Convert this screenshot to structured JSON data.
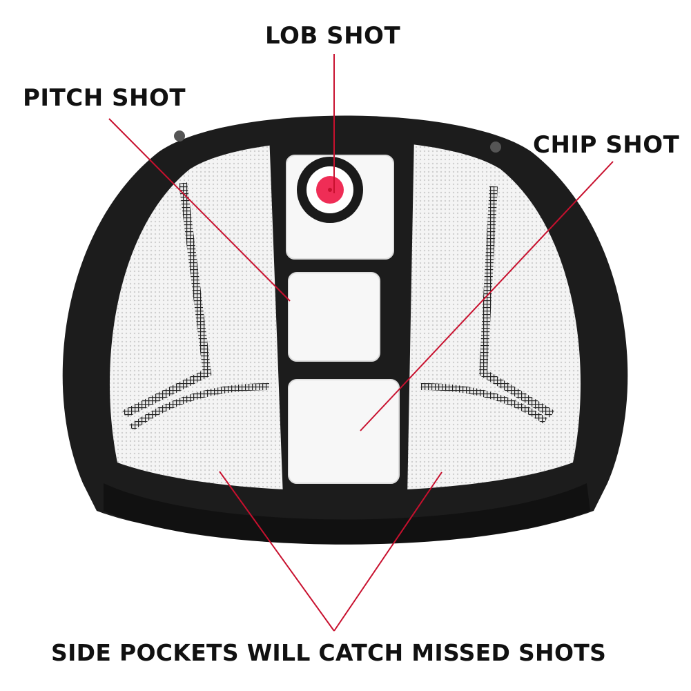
{
  "labels": {
    "lob_shot": "LOB SHOT",
    "pitch_shot": "PITCH SHOT",
    "chip_shot": "CHIP SHOT",
    "side_pockets": "SIDE POCKETS WILL CATCH MISSED SHOTS"
  },
  "colors": {
    "pointer_line": "#c8102e",
    "net_frame": "#1c1c1c",
    "target_center": "#ef2d56",
    "mesh": "#ffffff"
  },
  "icons": [
    "golf-chipping-net-image",
    "bullseye-target-icon"
  ]
}
